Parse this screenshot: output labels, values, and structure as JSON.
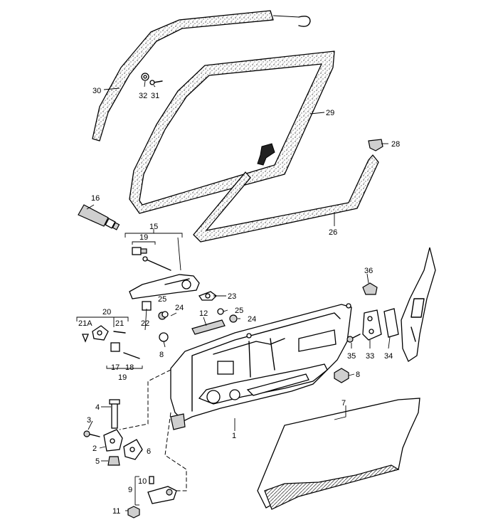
{
  "callouts": {
    "p1": "1",
    "p2": "2",
    "p3": "3",
    "p4": "4",
    "p5": "5",
    "p6": "6",
    "p7": "7",
    "p8a": "8",
    "p8b": "8",
    "p9": "9",
    "p10": "10",
    "p11": "11",
    "p12": "12",
    "p15": "15",
    "p16": "16",
    "p17": "17",
    "p18": "18",
    "p19a": "19",
    "p19b": "19",
    "p20": "20",
    "p21": "21",
    "p21a": "21A",
    "p22": "22",
    "p23": "23",
    "p24a": "24",
    "p24b": "24",
    "p25a": "25",
    "p25b": "25",
    "p26": "26",
    "p28": "28",
    "p29": "29",
    "p30": "30",
    "p31": "31",
    "p32": "32",
    "p33": "33",
    "p34": "34",
    "p35": "35",
    "p36": "36"
  }
}
